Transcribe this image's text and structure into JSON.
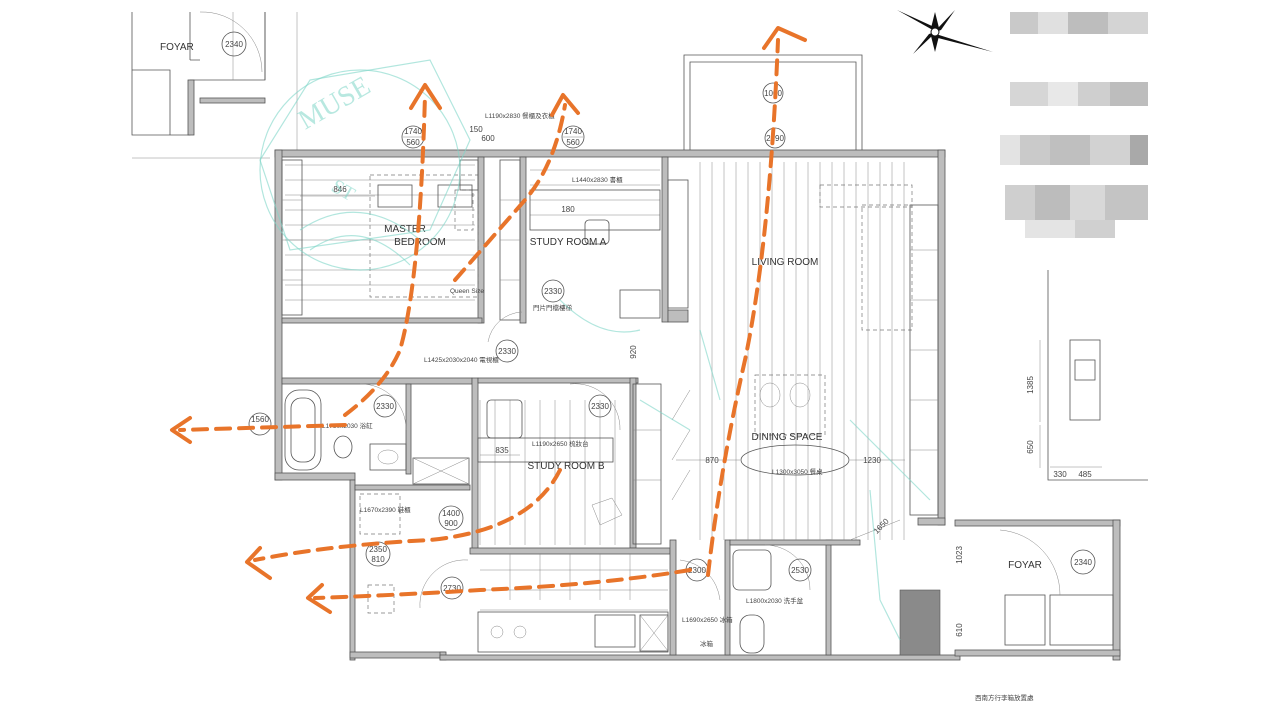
{
  "rooms": {
    "foyar_top": "FOYAR",
    "master_line1": "MASTER",
    "master_line2": "BEDROOM",
    "study_a": "STUDY ROOM A",
    "living": "LIVING ROOM",
    "dining": "DINING SPACE",
    "study_b": "STUDY ROOM B",
    "foyar_right": "FOYAR"
  },
  "door_heights": {
    "top_left": "2340",
    "balcony": "1000",
    "balcony_2": "2290",
    "study_a": "2330",
    "corridor": "2330",
    "bath": "2330",
    "study_b": "2330",
    "left_small": "1560",
    "kitchen_left": "1400",
    "kitchen_left_2": "900",
    "store": "2350",
    "store_2": "810",
    "kitchen_door": "2730",
    "kitchen_right": "2300",
    "wc": "2530",
    "foyar_right": "2340"
  },
  "window_tags": {
    "master_top": "1740",
    "master_bottom": "560",
    "study_top": "1740",
    "study_bottom": "560"
  },
  "dimensions": {
    "d150": "150",
    "d600": "600",
    "d846": "846",
    "d180": "180",
    "d920": "920",
    "d835": "835",
    "d870": "870",
    "d1230": "1230",
    "d1650": "1650",
    "d1023": "1023",
    "d610": "610",
    "d1385": "1385",
    "d650": "650",
    "d330": "330",
    "d485": "485"
  },
  "notes": {
    "n1": "L1190x2830 餐櫃及衣櫃",
    "n2": "L1440x2830 書櫃",
    "n3": "L1425x2030x2040 電視櫃",
    "n4": "L1780x2030 浴缸",
    "n5": "L1190x2650 梳妝台",
    "n6": "L1300x3050 餐桌",
    "n7": "L1670x2390 鞋櫃",
    "n8": "L1800x2030 洗手盆",
    "n9": "L1690x2650 冰箱",
    "n10": "門片門檔樓梯",
    "n11": "Queen Size",
    "n12": "冰箱",
    "n13": "西南方行李箱放置處"
  },
  "colors": {
    "route_arrow": "#e8742a",
    "watermark": "#7fd6c8",
    "wall_fill": "#bdbdbd"
  },
  "icons": [
    "compass-rose-icon",
    "door-swing-icon",
    "evacuation-arrow-icon",
    "watermark-logo-icon"
  ]
}
